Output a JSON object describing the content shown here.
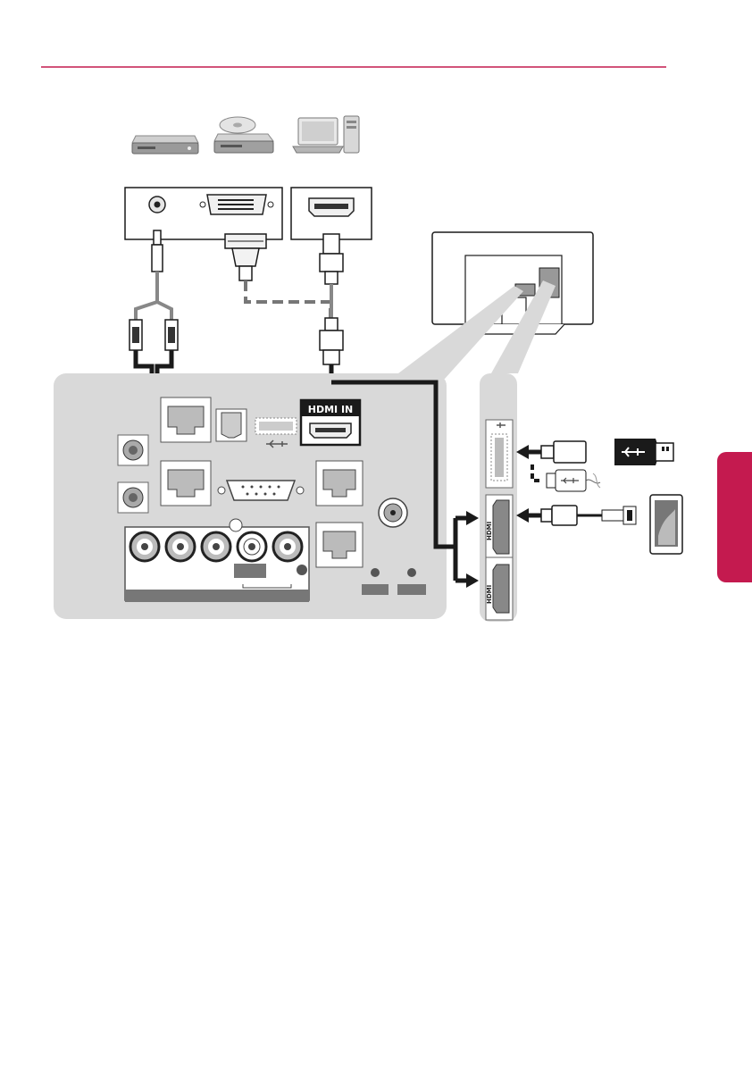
{
  "colors": {
    "accent": "#c41a4f",
    "panel": "#d9d9d9",
    "cable": "#1a1a1a"
  },
  "labels": {
    "hdmi_in": "HDMI IN",
    "side_hdmi_1": "HDMI",
    "side_hdmi_2": "HDMI"
  },
  "devices": [
    {
      "icon": "set-top-box-icon"
    },
    {
      "icon": "blu-ray-player-icon"
    },
    {
      "icon": "laptop-icon"
    },
    {
      "icon": "desktop-tower-icon"
    }
  ],
  "usb_devices": [
    {
      "icon": "usb-stick-icon"
    },
    {
      "icon": "usb-memory-icon"
    },
    {
      "icon": "smartphone-icon"
    }
  ]
}
